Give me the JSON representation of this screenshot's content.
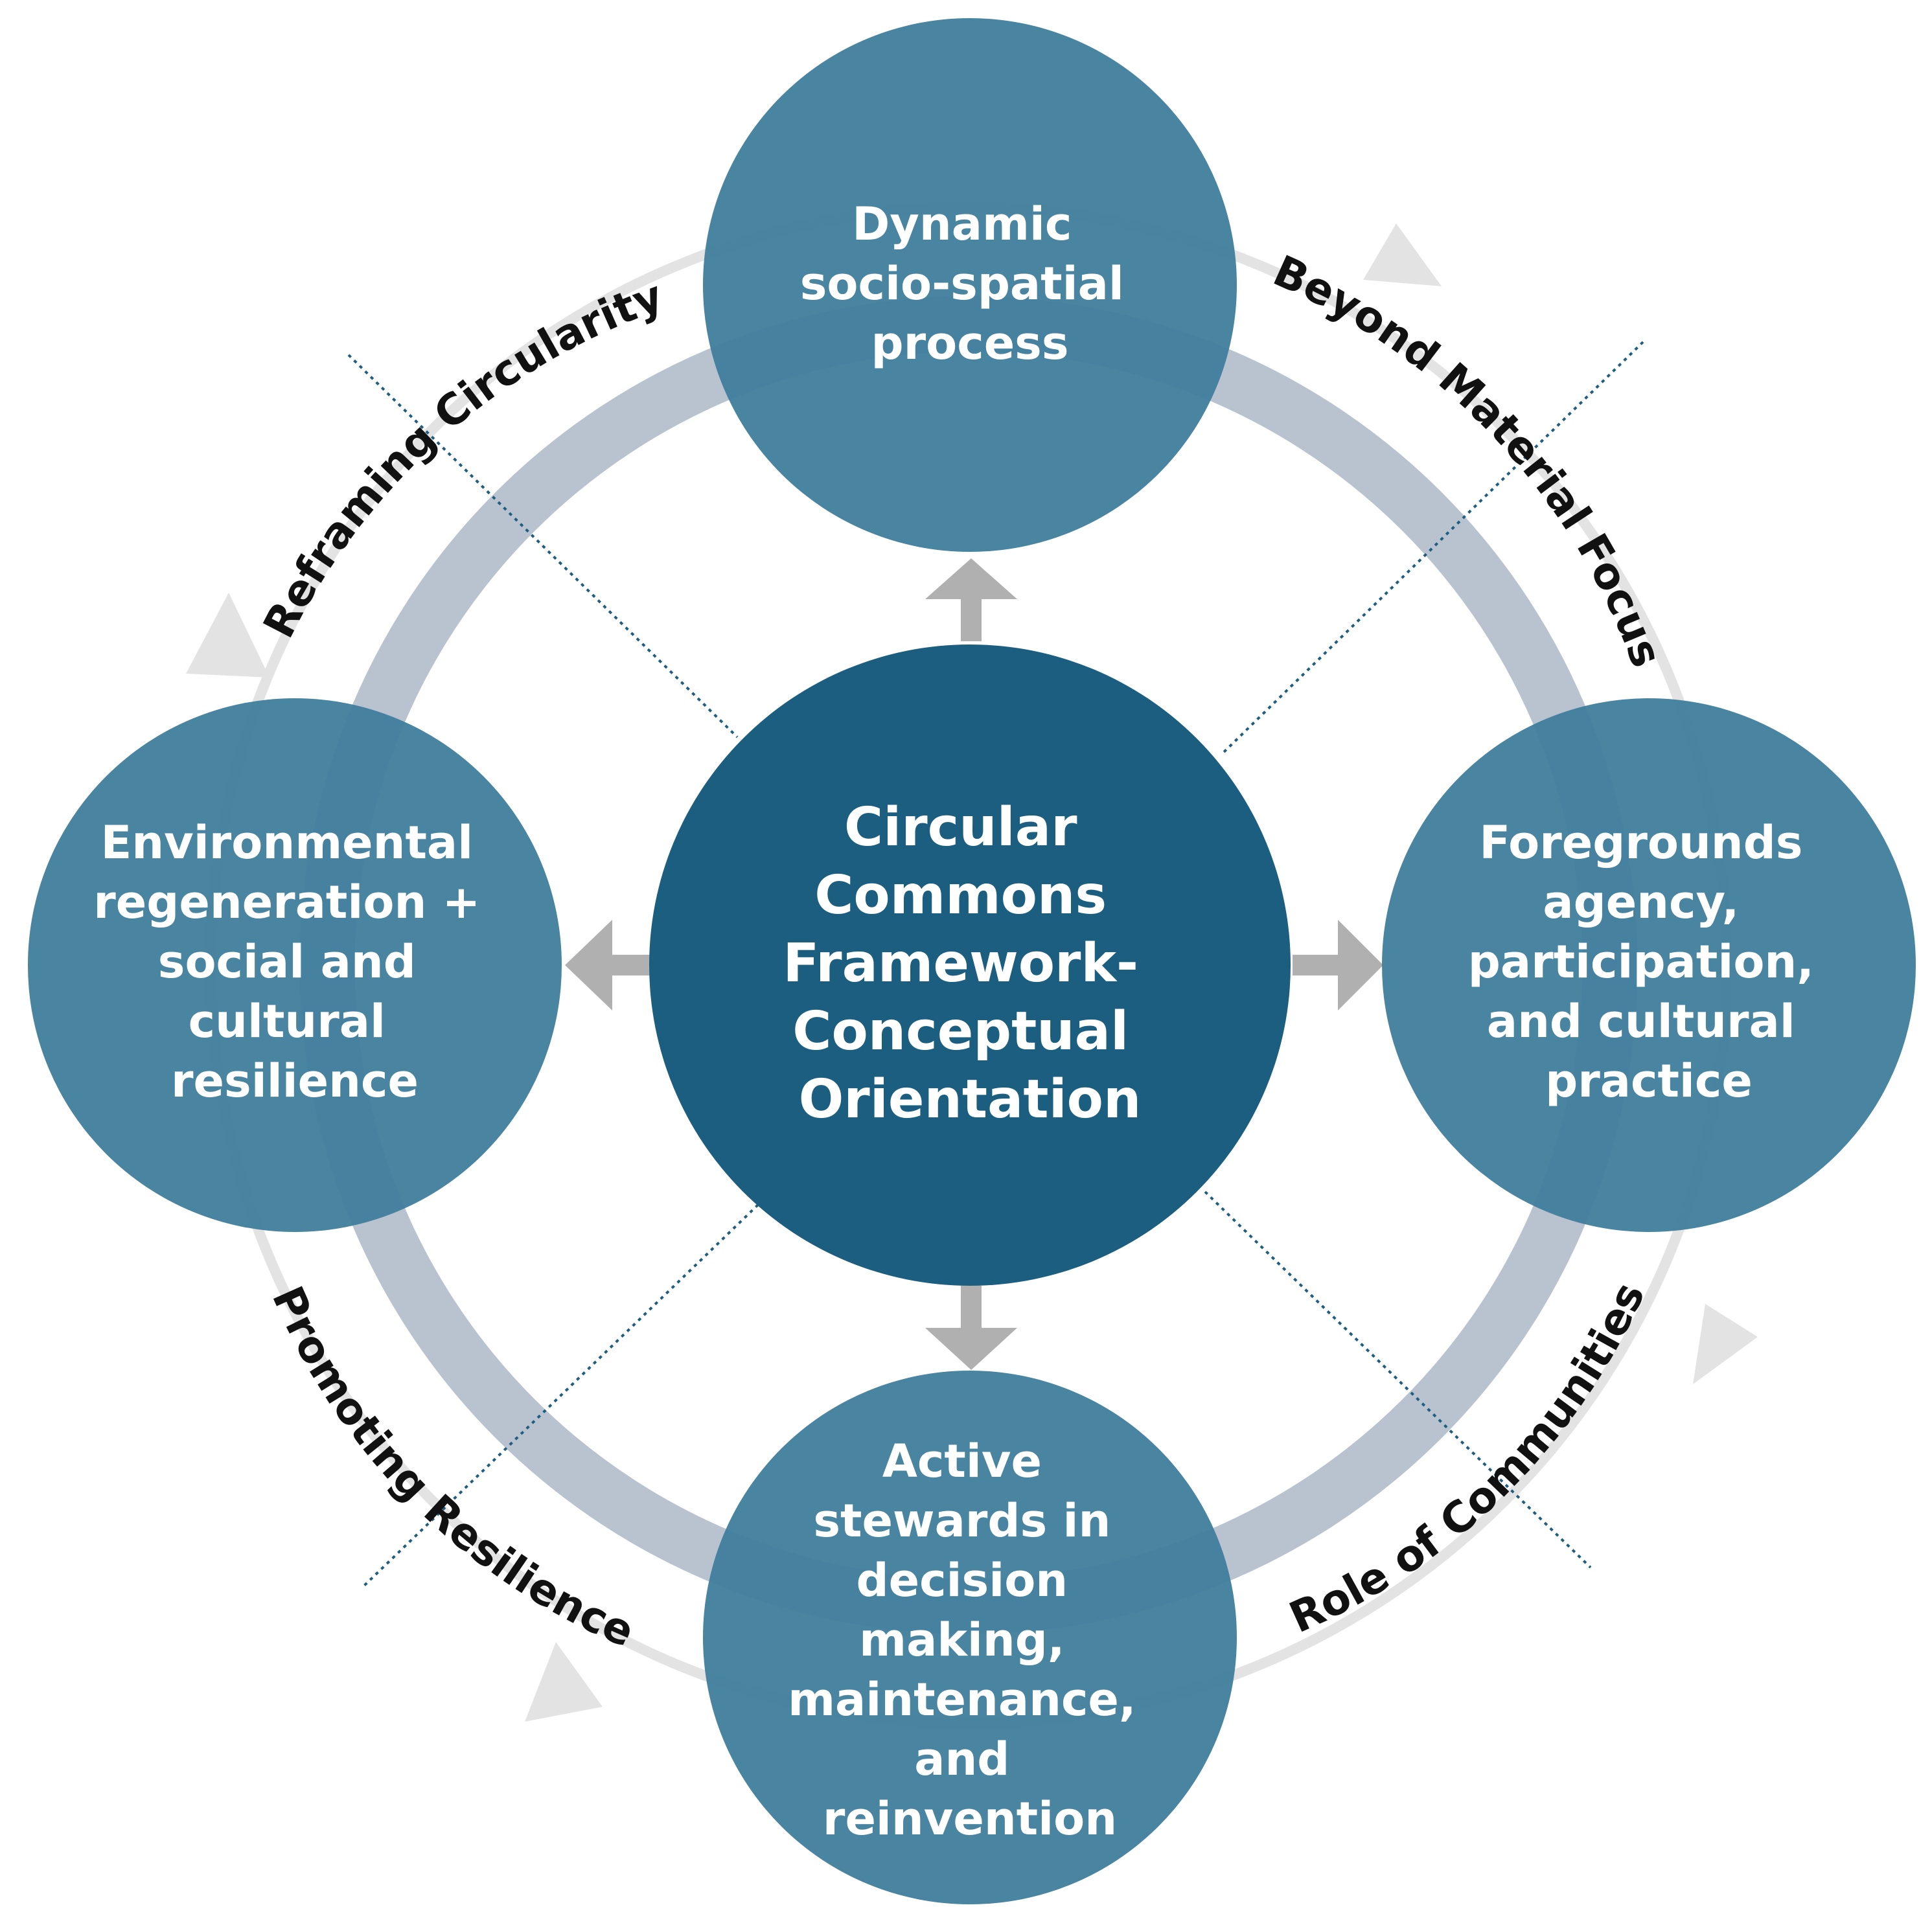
{
  "colors": {
    "center_fill": "#1b5e80",
    "node_fill": "#3f7d9c",
    "inner_ring": "#b9c3cf",
    "outer_ring": "#e3e3e3",
    "arrow": "#b0b0b0",
    "divider": "#1f5e80",
    "label_text": "#111111"
  },
  "center": {
    "lines": [
      "Circular",
      "Commons",
      "Framework-",
      "Conceptual",
      "Orientation"
    ]
  },
  "nodes": {
    "top": {
      "lines": [
        "Dynamic",
        "socio-spatial",
        "process"
      ]
    },
    "right": {
      "lines": [
        "Foregrounds",
        "agency,",
        "participation,",
        "and cultural",
        "practice"
      ]
    },
    "bottom": {
      "lines": [
        "Active",
        "stewards in",
        "decision",
        "making,",
        "maintenance,",
        "and",
        "reinvention"
      ]
    },
    "left": {
      "lines": [
        "Environmental",
        "regeneration +",
        "social and",
        "cultural",
        "resilience"
      ]
    }
  },
  "arc_labels": {
    "top_left": "Reframing Circularity",
    "top_right": "Beyond Material Focus",
    "bottom_right": "Role of Communities",
    "bottom_left": "Promoting Resilience"
  },
  "icons": {
    "center_arrows": "arrow-outward",
    "outer_ring_arrows": "arrow-clockwise"
  }
}
